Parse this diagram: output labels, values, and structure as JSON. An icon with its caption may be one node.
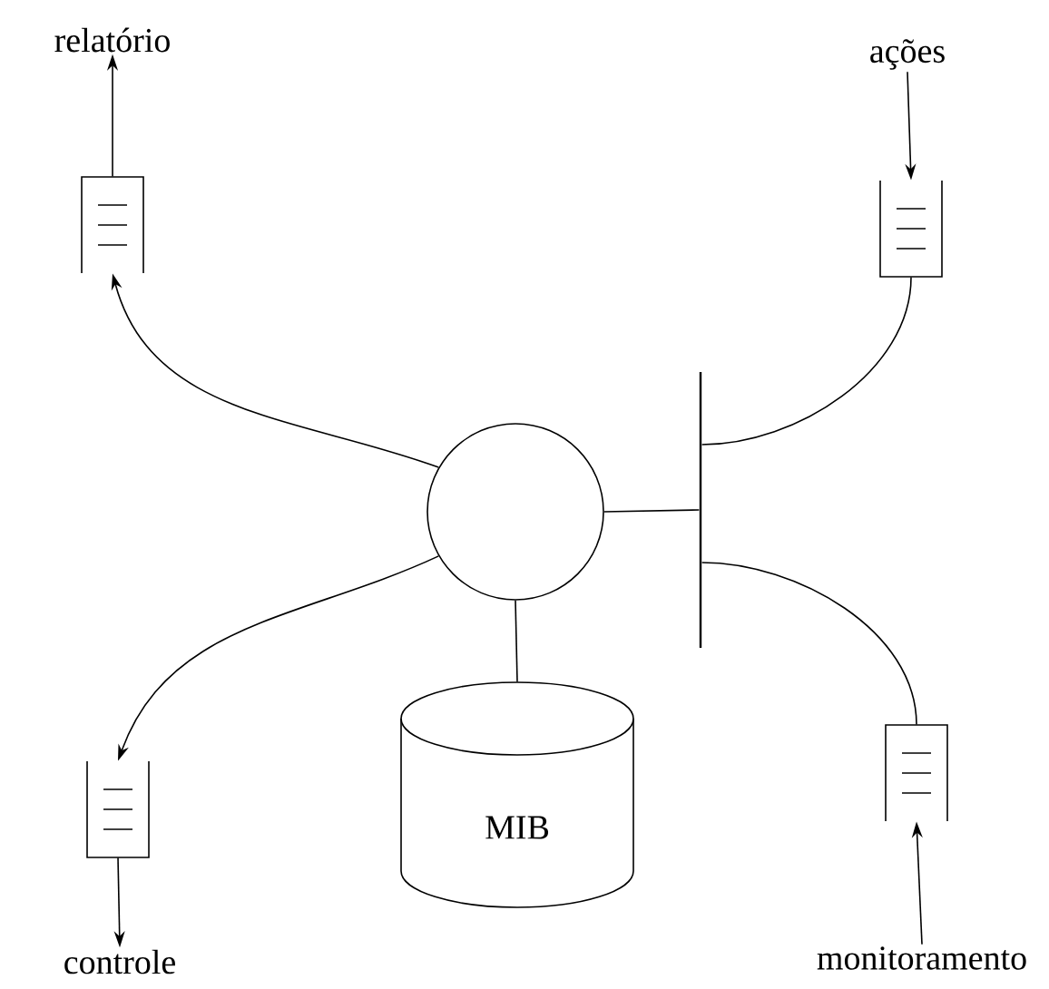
{
  "diagram": {
    "nodes": [
      {
        "text": [
          "relatório"
        ]
      },
      {
        "text": [],
        "shape": "box"
      },
      {
        "text": [
          "ações"
        ]
      },
      {
        "text": [],
        "shape": "box"
      },
      {
        "text": [],
        "shape": "circle"
      },
      {
        "text": [],
        "shape": "bar"
      },
      {
        "text": [
          "MIB"
        ]
      },
      {
        "text": [],
        "shape": "box"
      },
      {
        "text": [],
        "shape": "box"
      },
      {
        "text": [
          "controle"
        ]
      },
      {
        "text": [
          "monitoramento"
        ]
      }
    ],
    "edges": [
      {
        "from": 1,
        "to": 0,
        "arrow": "to"
      },
      {
        "from": 4,
        "to": 1,
        "arrow": "to"
      },
      {
        "from": 2,
        "to": 3,
        "arrow": "to"
      },
      {
        "from": 3,
        "to": 5,
        "arrow": "none"
      },
      {
        "from": 4,
        "to": 5,
        "arrow": "none"
      },
      {
        "from": 5,
        "to": 8,
        "arrow": "none"
      },
      {
        "from": 10,
        "to": 8,
        "arrow": "to"
      },
      {
        "from": 4,
        "to": 6,
        "arrow": "none"
      },
      {
        "from": 4,
        "to": 7,
        "arrow": "to"
      },
      {
        "from": 7,
        "to": 9,
        "arrow": "to"
      }
    ]
  }
}
